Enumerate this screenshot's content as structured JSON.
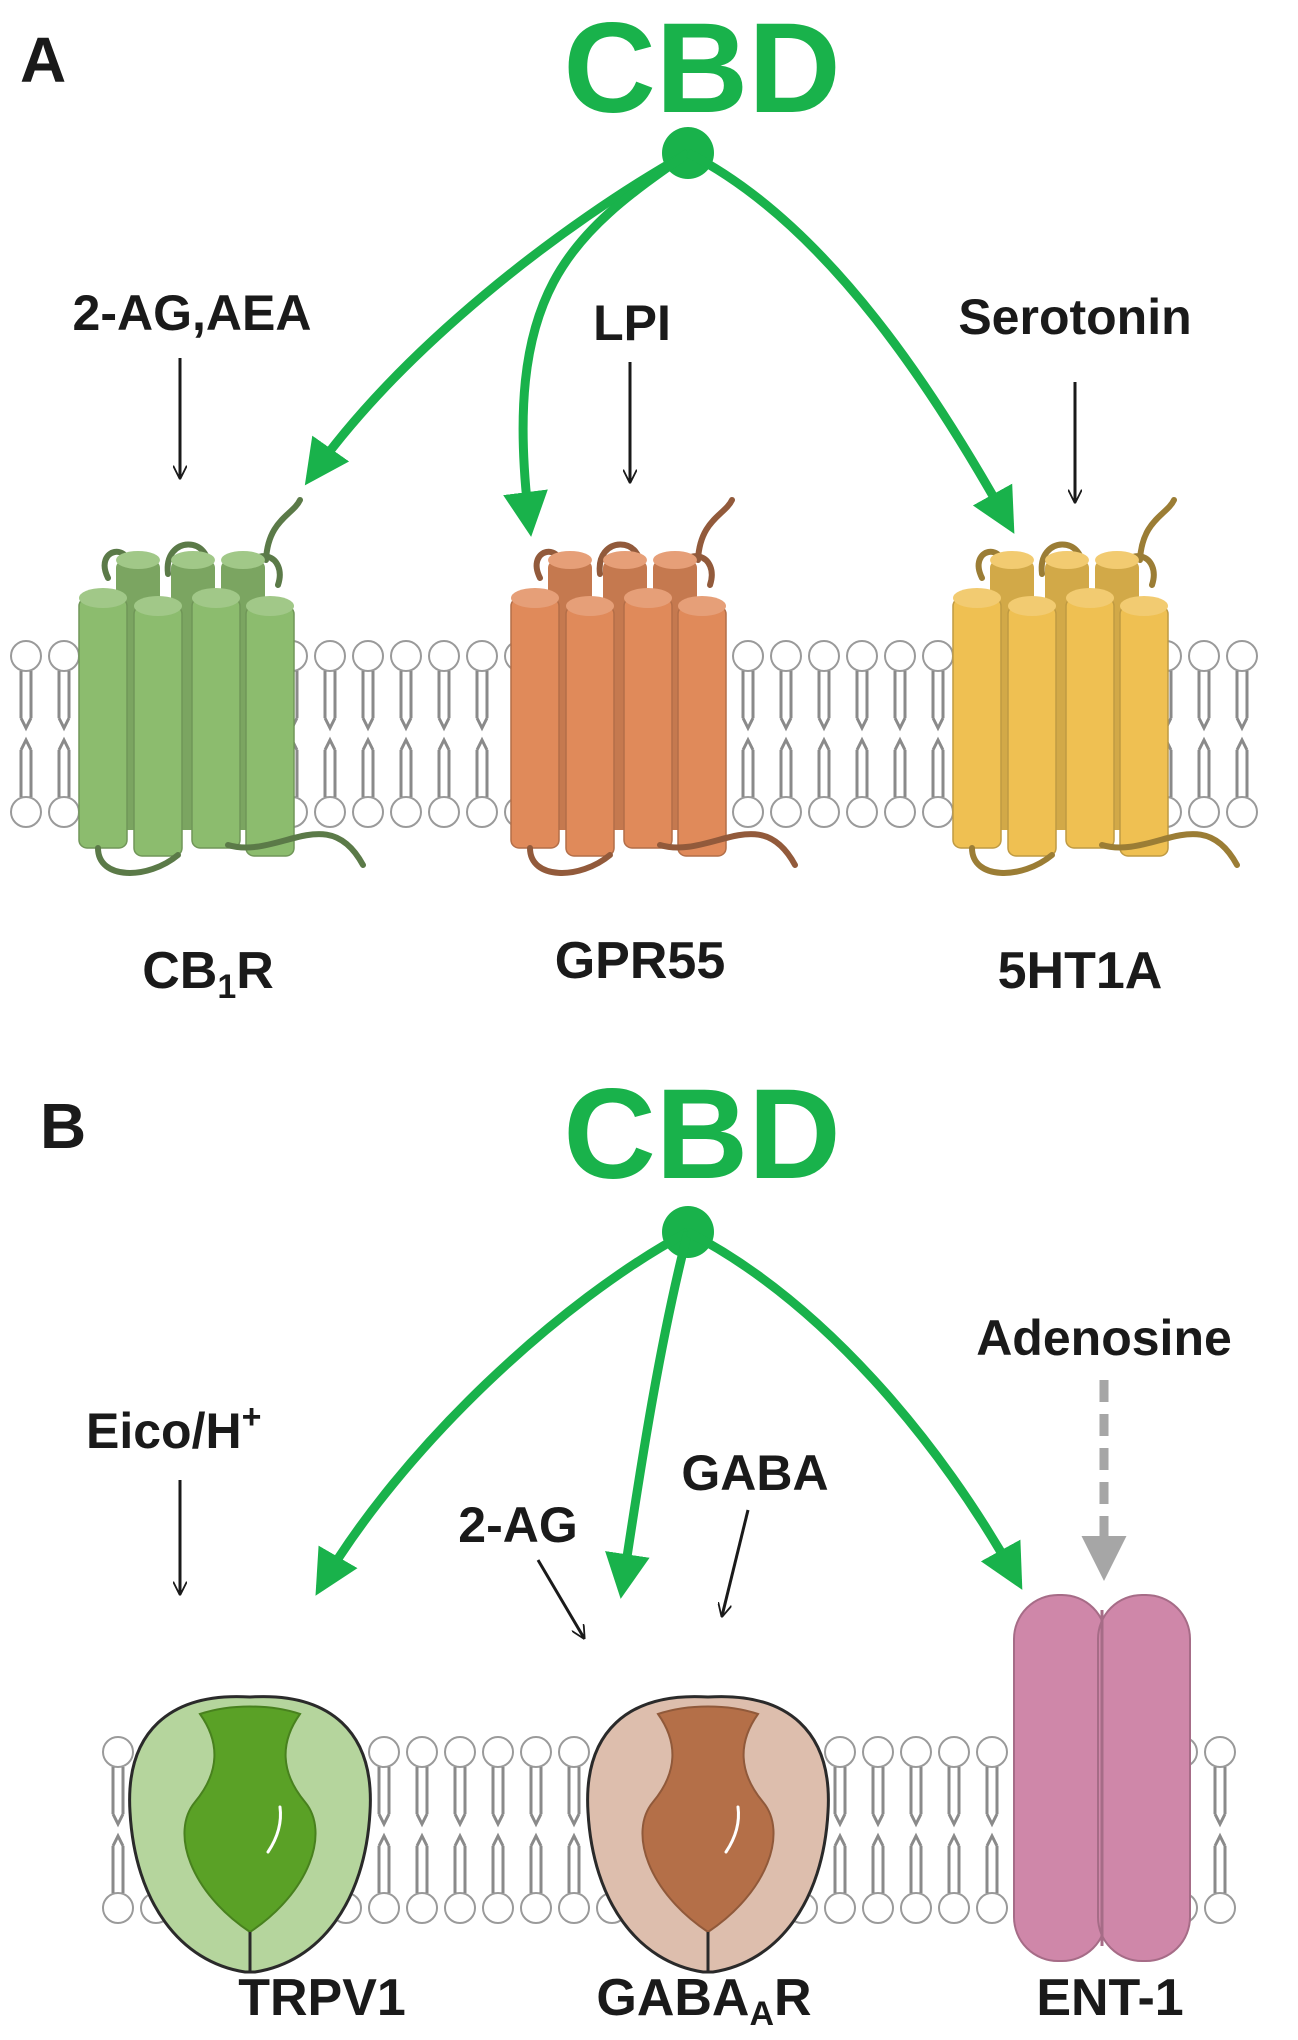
{
  "colors": {
    "cbd_green": "#19b24b",
    "cb1r": "#8cbc6e",
    "gpr55": "#e08a5a",
    "ht1a": "#efc052",
    "trpv1": "#5aa126",
    "gabaar": "#b46f48",
    "ent1": "#cf87a9",
    "adenosine_arrow": "#a6a6a6"
  },
  "panel_a": {
    "letter": "A",
    "cbd": "CBD",
    "ligands": {
      "cb1r": "2-AG,AEA",
      "gpr55": "LPI",
      "ht1a": "Serotonin"
    },
    "receptors": {
      "cb1r": {
        "base": "CB",
        "sub": "1",
        "tail": "R"
      },
      "gpr55": "GPR55",
      "ht1a": "5HT1A"
    }
  },
  "panel_b": {
    "letter": "B",
    "cbd": "CBD",
    "ligands": {
      "trpv1": {
        "base": "Eico/H",
        "sup": "+"
      },
      "gaba_2ag": "2-AG",
      "gaba": "GABA",
      "ent1": "Adenosine"
    },
    "receptors": {
      "trpv1": "TRPV1",
      "gabaar": {
        "base": "GABA",
        "sub": "A",
        "tail": "R"
      },
      "ent1": "ENT-1"
    }
  }
}
